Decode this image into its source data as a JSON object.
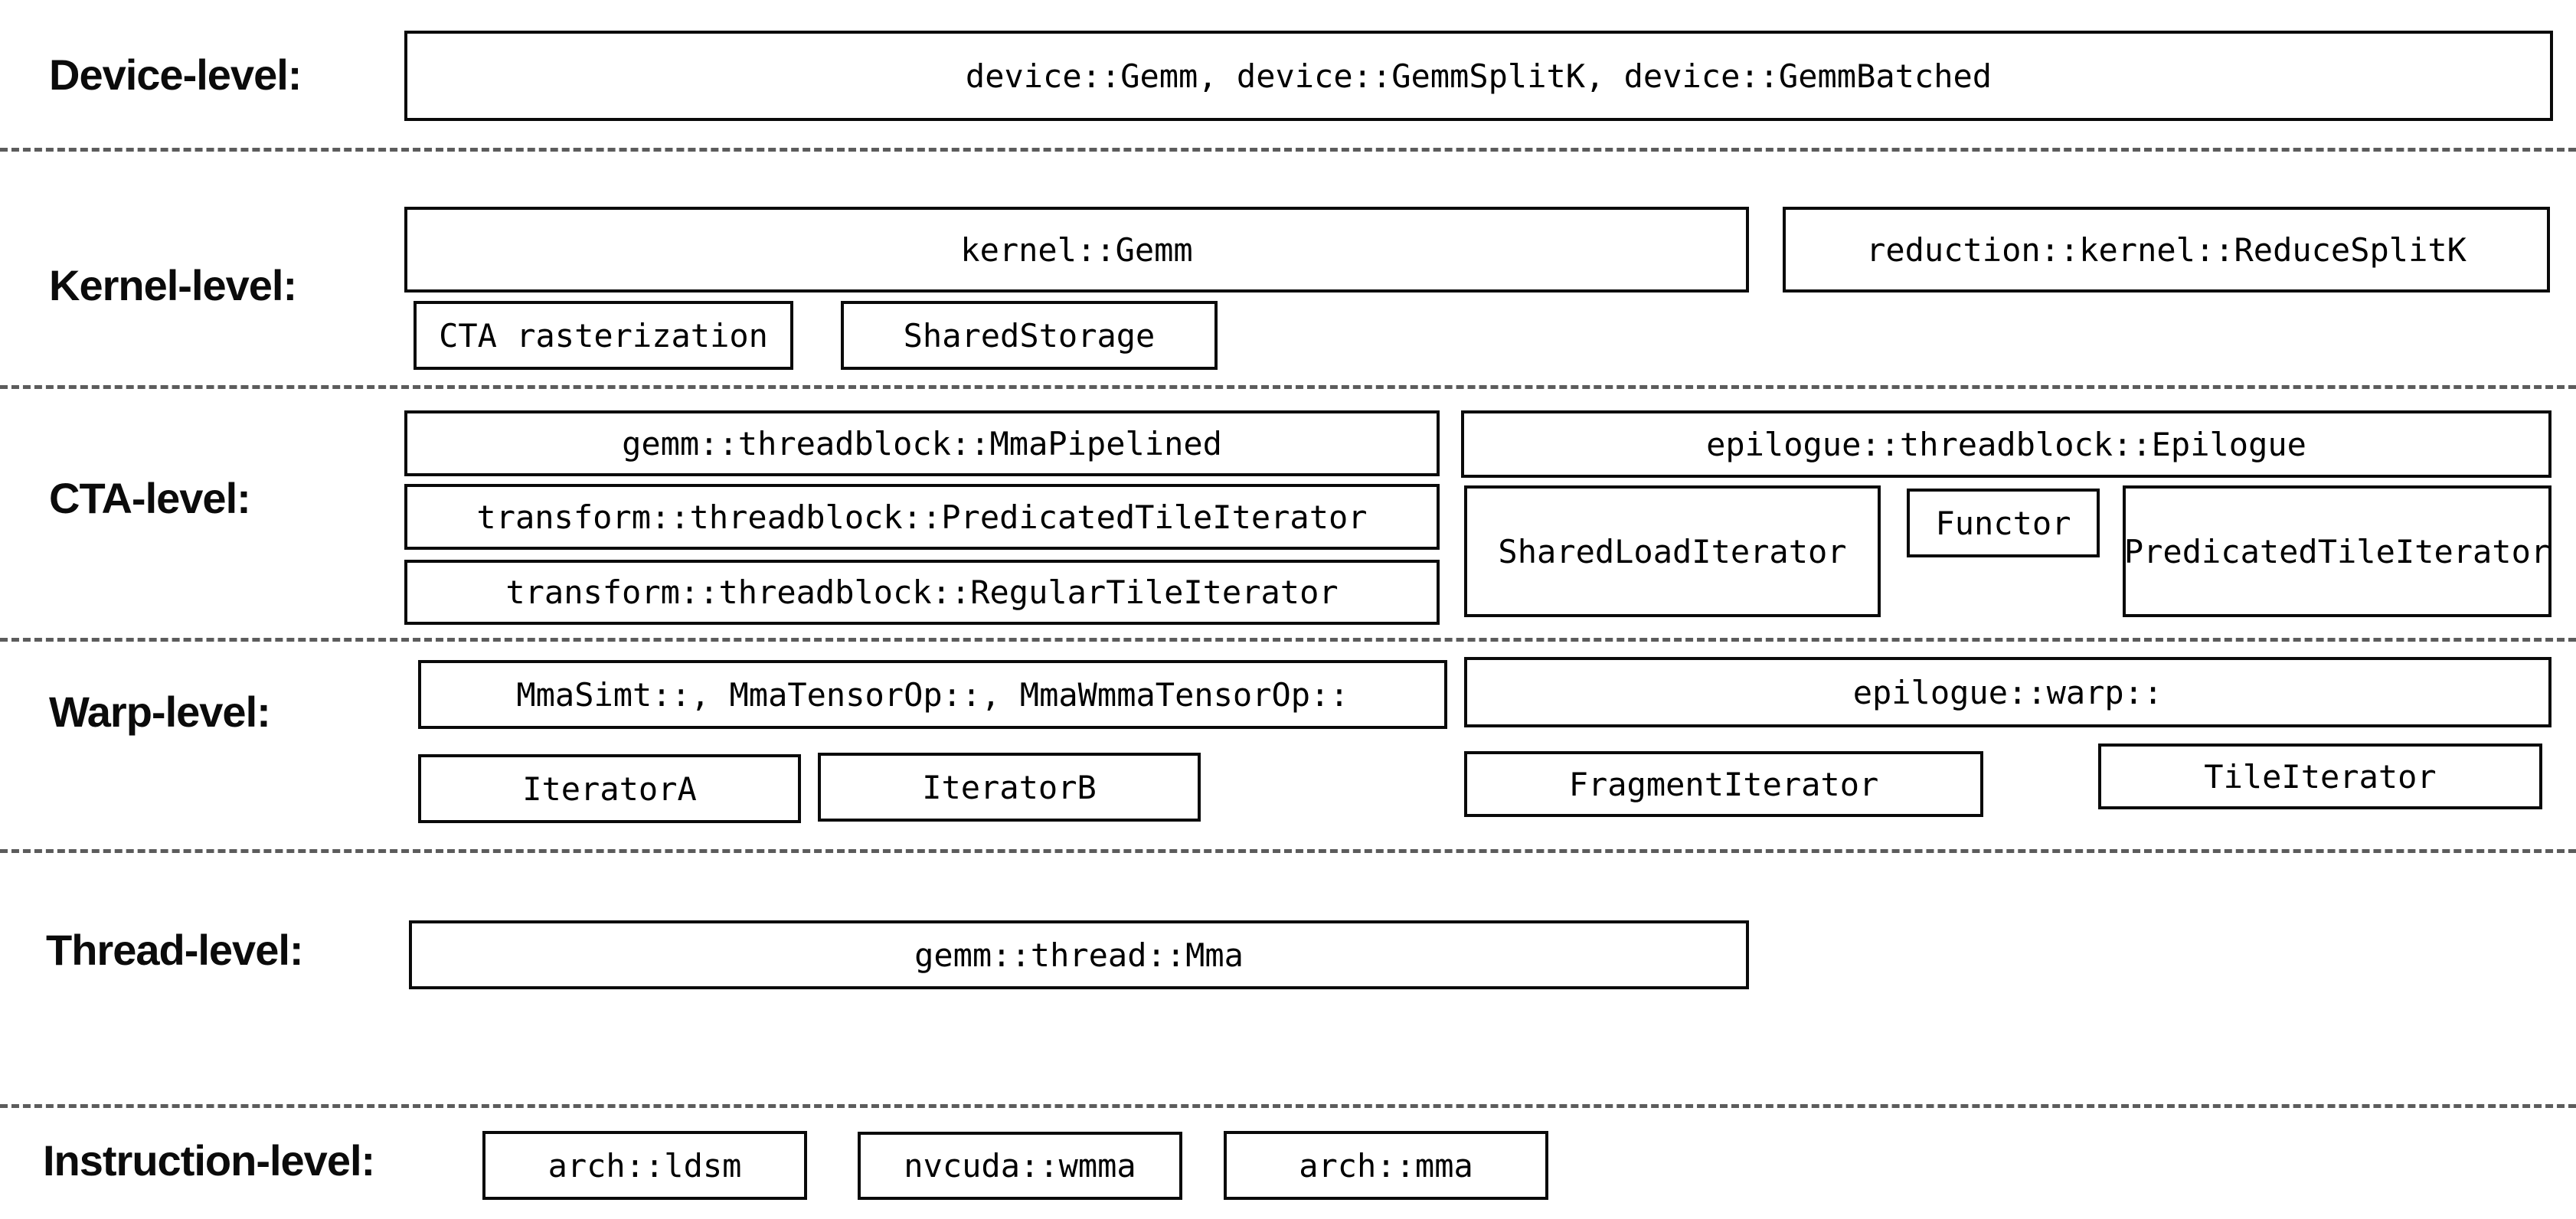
{
  "colors": {
    "background": "#ffffff",
    "box_border": "#0a0a0a",
    "box_text": "#000000",
    "label_text": "#0b0b0b",
    "separator": "#5c5c5c"
  },
  "levels": {
    "device": {
      "label": "Device-level:",
      "main_box": "device::Gemm, device::GemmSplitK, device::GemmBatched"
    },
    "kernel": {
      "label": "Kernel-level:",
      "gemm_box": "kernel::Gemm",
      "reduce_box": "reduction::kernel::ReduceSplitK",
      "cta_rasterization_box": "CTA rasterization",
      "shared_storage_box": "SharedStorage"
    },
    "cta": {
      "label": "CTA-level:",
      "mma_pipelined_box": "gemm::threadblock::MmaPipelined",
      "predicated_tile_iterator_box": "transform::threadblock::PredicatedTileIterator",
      "regular_tile_iterator_box": "transform::threadblock::RegularTileIterator",
      "epilogue_box": "epilogue::threadblock::Epilogue",
      "shared_load_iterator_box": "SharedLoadIterator",
      "functor_box": "Functor",
      "epilogue_predicated_tile_iterator_box": "PredicatedTileIterator"
    },
    "warp": {
      "label": "Warp-level:",
      "mma_box": "MmaSimt::, MmaTensorOp::, MmaWmmaTensorOp::",
      "iterator_a_box": "IteratorA",
      "iterator_b_box": "IteratorB",
      "epilogue_warp_box": "epilogue::warp::",
      "fragment_iterator_box": "FragmentIterator",
      "tile_iterator_box": "TileIterator"
    },
    "thread": {
      "label": "Thread-level:",
      "mma_box": "gemm::thread::Mma"
    },
    "instruction": {
      "label": "Instruction-level:",
      "ldsm_box": "arch::ldsm",
      "wmma_box": "nvcuda::wmma",
      "mma_box": "arch::mma"
    }
  }
}
